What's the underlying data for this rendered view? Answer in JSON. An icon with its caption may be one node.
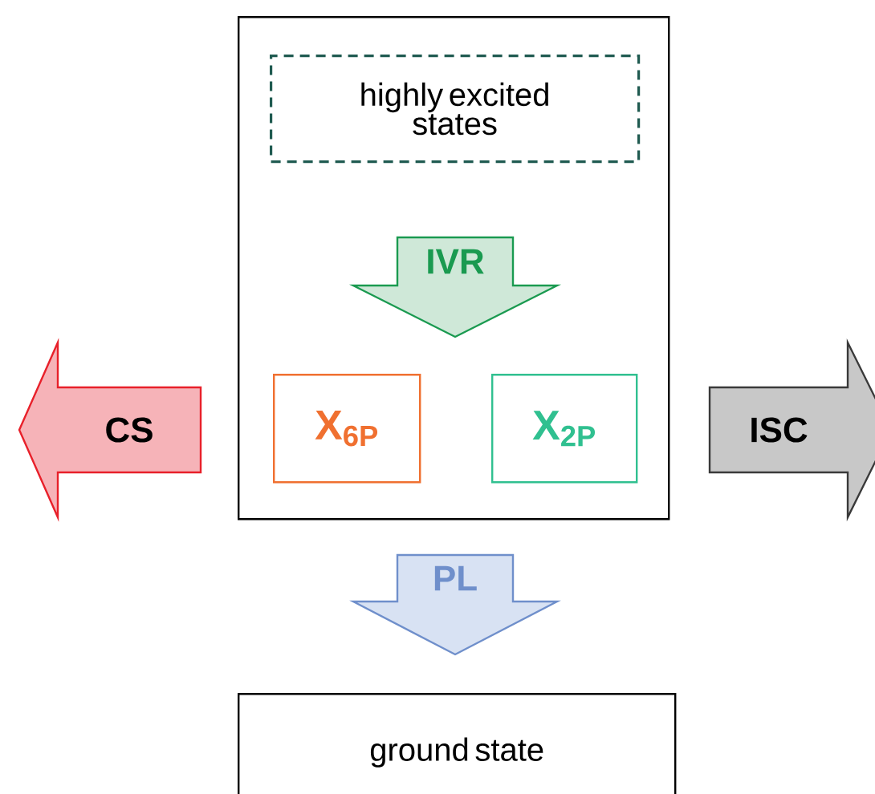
{
  "diagram": {
    "nodes": [
      {
        "text": [],
        "shape": "box"
      },
      {
        "text": [
          "highly excited states"
        ],
        "in": 0
      },
      {
        "text": [
          "IVR"
        ],
        "in": 0
      },
      {
        "text": [
          "X$_{6P}$"
        ],
        "in": 0
      },
      {
        "text": [
          "X$_{2P}$"
        ],
        "in": 0
      },
      {
        "text": [
          "CS"
        ]
      },
      {
        "text": [
          "ISC"
        ]
      },
      {
        "text": [
          "PL"
        ]
      },
      {
        "text": [
          "ground state"
        ]
      }
    ]
  }
}
